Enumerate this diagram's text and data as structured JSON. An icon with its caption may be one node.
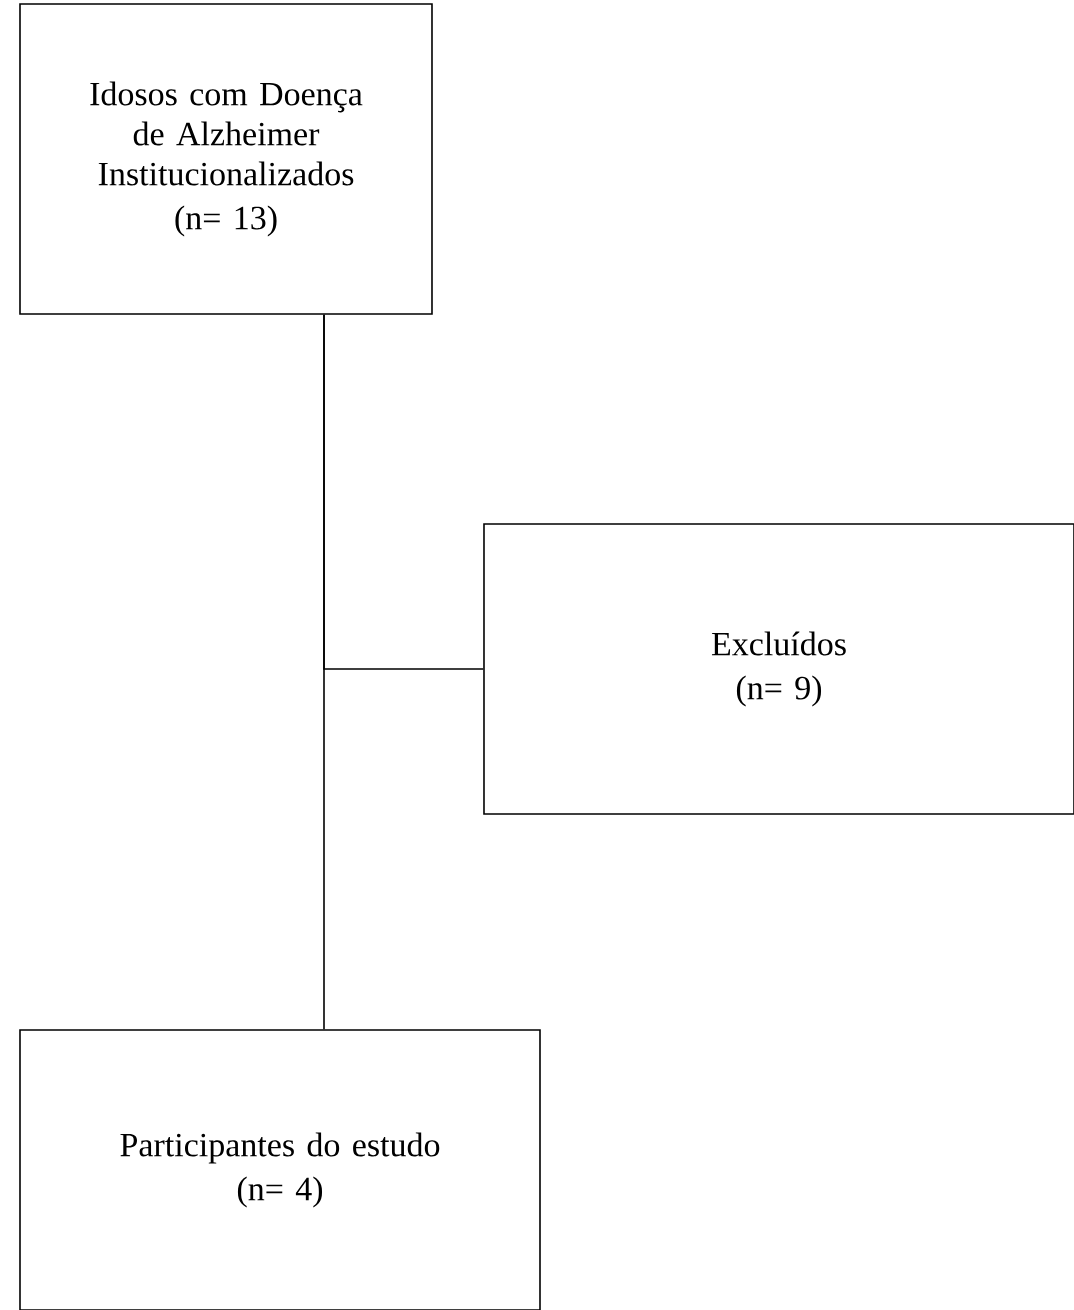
{
  "diagram": {
    "nodes": [
      {
        "text": [
          "Idosos com Doença de Alzheimer Institucionalizados",
          "(n= 13)"
        ]
      },
      {
        "text": [
          "Excluídos",
          "(n= 9)"
        ]
      },
      {
        "text": [
          "Participantes do estudo",
          "(n= 4)"
        ]
      }
    ],
    "edges": [
      {
        "from": 0,
        "to": 1,
        "arrow": "none"
      },
      {
        "from": 0,
        "to": 2,
        "arrow": "none"
      }
    ]
  }
}
